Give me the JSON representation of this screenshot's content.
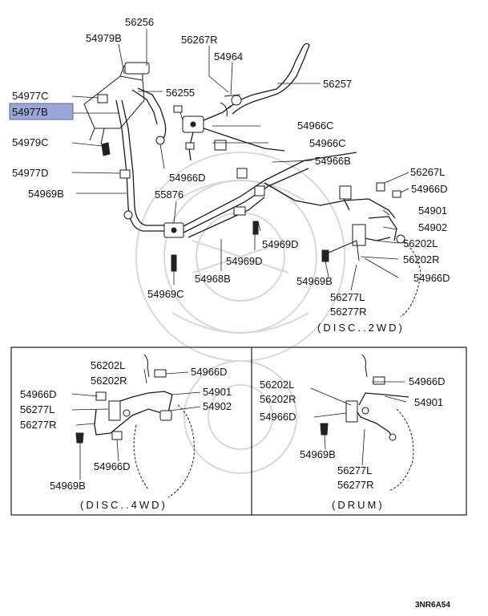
{
  "diagram": {
    "code": "3NR6A54",
    "highlight_color": "#9aa6d6",
    "highlighted_part": "54977B",
    "main": {
      "labels": {
        "p56256": "56256",
        "p54979B": "54979B",
        "p56267R": "56267R",
        "p54964": "54964",
        "p56257": "56257",
        "p54977C": "54977C",
        "p54977B": "54977B",
        "p56255": "56255",
        "p54966C_a": "54966C",
        "p54966C_b": "54966C",
        "p54979C": "54979C",
        "p54966B": "54966B",
        "p54977D": "54977D",
        "p54966D_a": "54966D",
        "p56267L": "56267L",
        "p54966D_b": "54966D",
        "p54969B": "54969B",
        "p55876": "55876",
        "p54901": "54901",
        "p54902": "54902",
        "p54969D_a": "54969D",
        "p56202L": "56202L",
        "p54969D_b": "54969D",
        "p56202R": "56202R",
        "p54968B": "54968B",
        "p54966D_c": "54966D",
        "p54969B_b": "54969B",
        "p56277L": "56277L",
        "p54969C": "54969C",
        "p56277R": "56277R"
      },
      "caption": "(DISC..2WD)"
    },
    "panel_4wd": {
      "caption": "(DISC..4WD)",
      "labels": {
        "p56202L": "56202L",
        "p54966D_a": "54966D",
        "p56202R": "56202R",
        "p54966D_b": "54966D",
        "p54901": "54901",
        "p56277L": "56277L",
        "p54902": "54902",
        "p56277R": "56277R",
        "p54966D_c": "54966D",
        "p54969B": "54969B"
      }
    },
    "panel_drum": {
      "caption": "(DRUM)",
      "labels": {
        "p56202L": "56202L",
        "p54966D_a": "54966D",
        "p56202R": "56202R",
        "p54901": "54901",
        "p54966D_b": "54966D",
        "p54969B": "54969B",
        "p56277L": "56277L",
        "p56277R": "56277R"
      }
    }
  }
}
